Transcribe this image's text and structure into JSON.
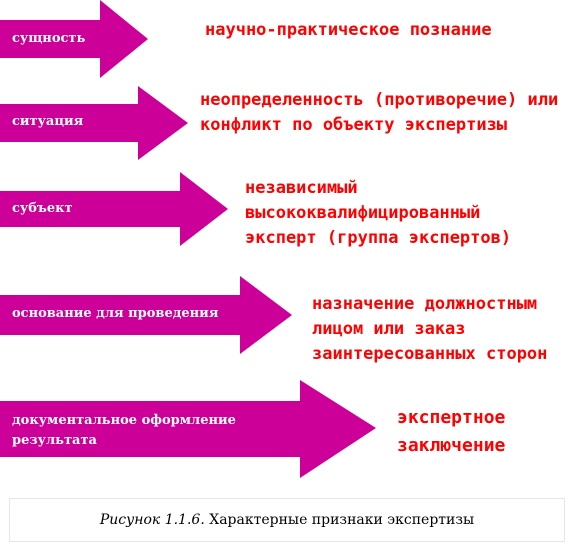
{
  "diagram": {
    "accent": "#cc0099",
    "description_color": "#ff0000",
    "rows": [
      {
        "label": "сущность",
        "description": [
          "научно-практическое познание"
        ]
      },
      {
        "label": "ситуация",
        "description": [
          "неопределенность (противоречие) или",
          "конфликт по объекту экспертизы"
        ]
      },
      {
        "label": "субъект",
        "description": [
          "независимый",
          "высококвалифицированный",
          "эксперт (группа экспертов)"
        ]
      },
      {
        "label": "основание для проведения",
        "description": [
          "назначение должностным",
          "лицом или заказ",
          "заинтересованных сторон"
        ]
      },
      {
        "label": [
          "документальное оформление",
          "результата"
        ],
        "description": [
          "экспертное",
          "заключение"
        ]
      }
    ]
  },
  "caption": {
    "figure_label": "Рисунок 1.1.6.",
    "text": "Характерные признаки экспертизы"
  }
}
